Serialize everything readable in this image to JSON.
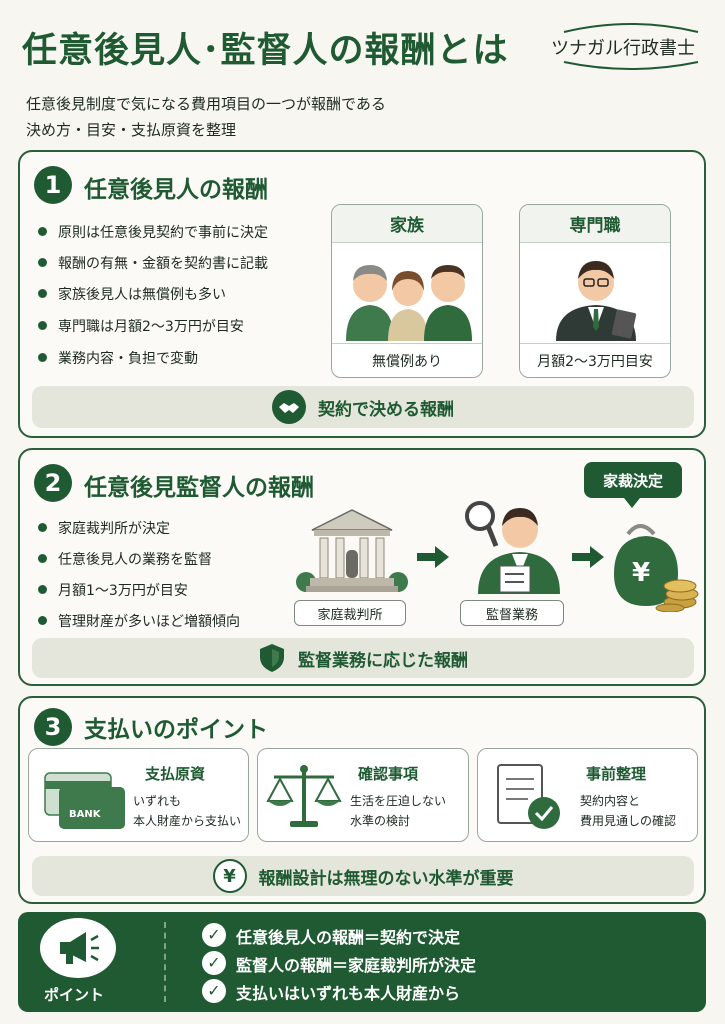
{
  "header": {
    "title": "任意後見人･監督人の報酬とは",
    "brand": "ツナガル行政書士",
    "intro_lines": [
      "任意後見制度で気になる費用項目の一つが報酬である",
      "決め方・目安・支払原資を整理"
    ]
  },
  "section1": {
    "number": "1",
    "title": "任意後見人の報酬",
    "bullets": [
      "原則は任意後見契約で事前に決定",
      "報酬の有無・金額を契約書に記載",
      "家族後見人は無償例も多い",
      "専門職は月額2～3万円が目安",
      "業務内容・負担で変動"
    ],
    "cards": [
      {
        "head": "家族",
        "foot": "無償例あり"
      },
      {
        "head": "専門職",
        "foot": "月額2～3万円目安"
      }
    ],
    "band": "契約で決める報酬"
  },
  "section2": {
    "number": "2",
    "title": "任意後見監督人の報酬",
    "bullets": [
      "家庭裁判所が決定",
      "任意後見人の業務を監督",
      "月額1～3万円が目安",
      "管理財産が多いほど増額傾向"
    ],
    "flow": [
      "家庭裁判所",
      "監督業務"
    ],
    "bubble": "家裁決定",
    "yen": "¥",
    "band": "監督業務に応じた報酬"
  },
  "section3": {
    "number": "3",
    "title": "支払いのポイント",
    "cards": [
      {
        "head": "支払原資",
        "lines": [
          "いずれも",
          "本人財産から支払い"
        ],
        "bank": "BANK"
      },
      {
        "head": "確認事項",
        "lines": [
          "生活を圧迫しない",
          "水準の検討"
        ]
      },
      {
        "head": "事前整理",
        "lines": [
          "契約内容と",
          "費用見通しの確認"
        ]
      }
    ],
    "band_icon": "¥",
    "band": "報酬設計は無理のない水準が重要"
  },
  "summary": {
    "label": "ポイント",
    "points": [
      "任意後見人の報酬＝契約で決定",
      "監督人の報酬＝家庭裁判所が決定",
      "支払いはいずれも本人財産から"
    ]
  },
  "colors": {
    "accent": "#1f5a33",
    "background": "#f7f6f0"
  }
}
